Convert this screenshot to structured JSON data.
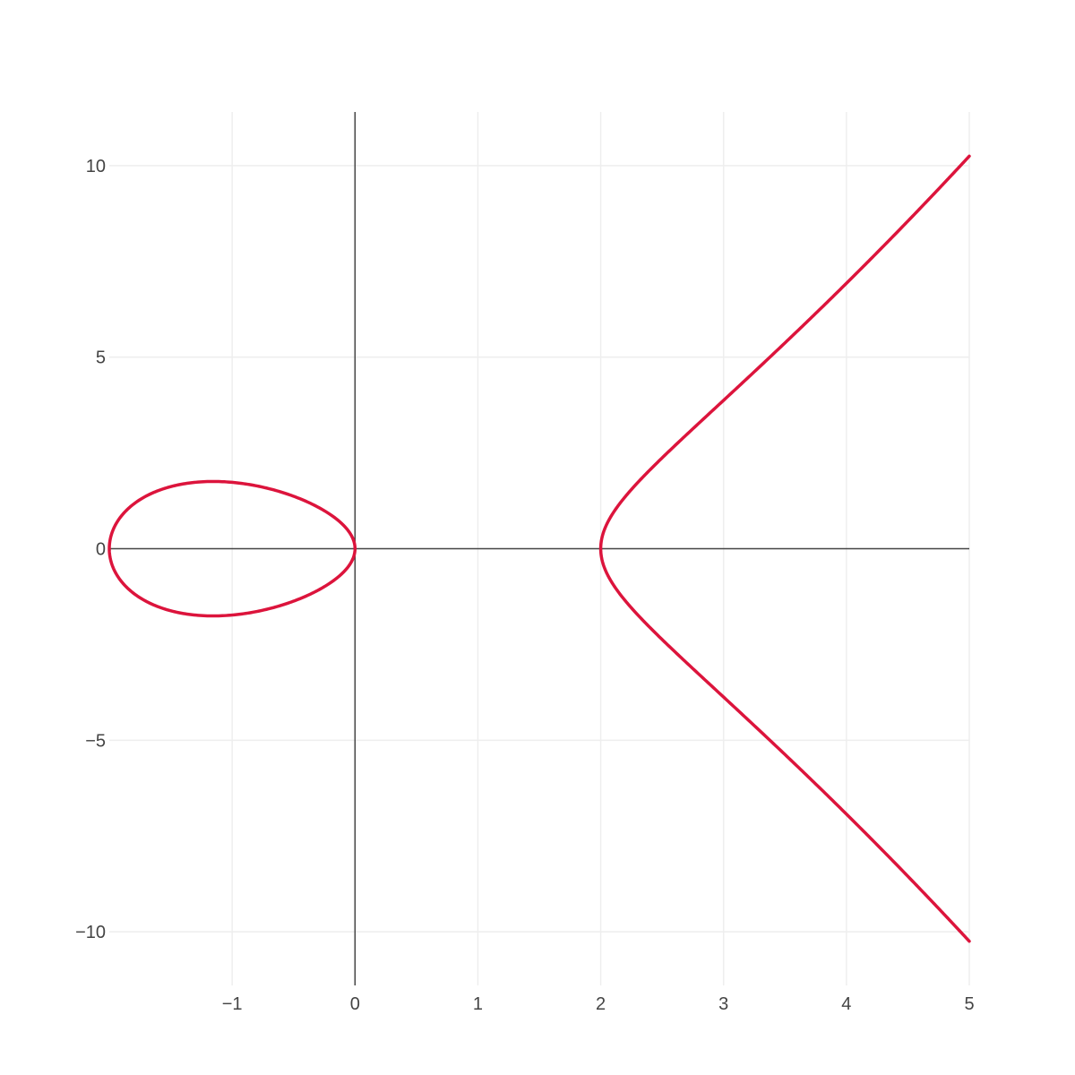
{
  "chart_data": {
    "type": "line",
    "title": "",
    "xlabel": "",
    "ylabel": "",
    "xlim": [
      -2,
      5
    ],
    "ylim": [
      -11.4,
      11.4
    ],
    "x_ticks": [
      -1,
      0,
      1,
      2,
      3,
      4,
      5
    ],
    "x_tick_labels": [
      "−1",
      "0",
      "1",
      "2",
      "3",
      "4",
      "5"
    ],
    "y_ticks": [
      10,
      5,
      0,
      -5,
      -10
    ],
    "y_tick_labels": [
      "10",
      "5",
      "0",
      "−5",
      "−10"
    ],
    "grid": true,
    "zero_lines": true,
    "legend": "none",
    "colors": {
      "line": "#dc143c",
      "grid": "#eeeeee",
      "axis": "#444444"
    },
    "series": [
      {
        "equation": "y^2 = x^3 - 4x",
        "components": [
          {
            "x": [
              -2,
              -1.95,
              -1.9,
              -1.8,
              -1.6,
              -1.4,
              -1.155,
              -0.9,
              -0.6,
              -0.4,
              -0.2,
              -0.1,
              -0.05,
              0
            ],
            "y": [
              0,
              0.617,
              0.856,
              1.163,
              1.498,
              1.657,
              1.755,
              1.691,
              1.446,
              1.22,
              0.888,
              0.63,
              0.447,
              0
            ]
          },
          {
            "x": [
              2,
              2.02,
              2.05,
              2.1,
              2.2,
              2.3,
              2.5,
              2.75,
              3,
              3.25,
              3.5,
              3.75,
              4,
              4.25,
              4.5,
              4.75,
              5
            ],
            "y": [
              0,
              0.569,
              0.9,
              1.282,
              1.837,
              2.287,
              3.0,
              3.853,
              3.873,
              4.863,
              5.244,
              6.13,
              6.928,
              7.787,
              8.732,
              9.68,
              10.247
            ]
          }
        ]
      }
    ]
  }
}
